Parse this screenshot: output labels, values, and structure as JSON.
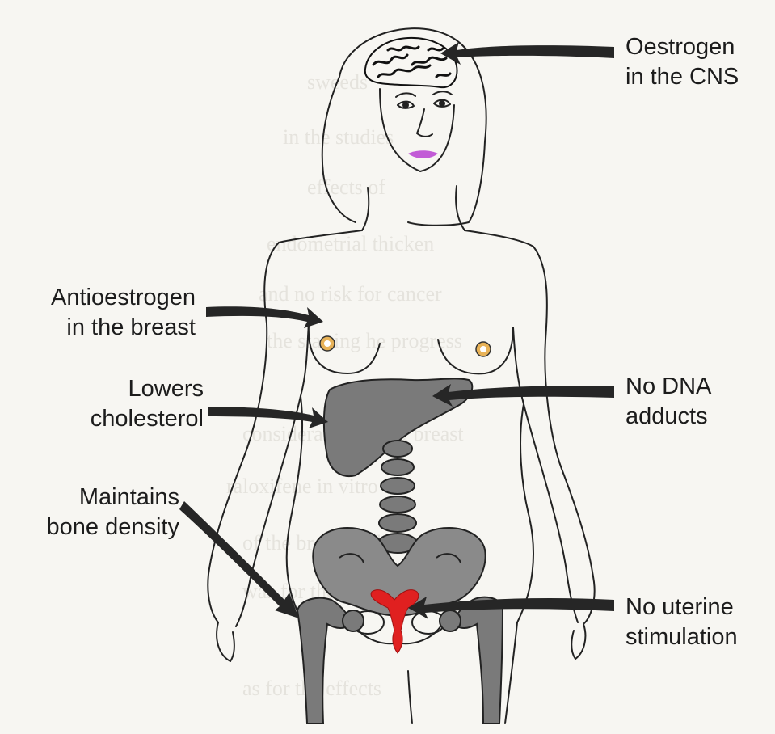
{
  "labels": {
    "cns": {
      "line1": "Oestrogen",
      "line2": "in the CNS"
    },
    "breast": {
      "line1": "Antioestrogen",
      "line2": "in the breast"
    },
    "cholesterol": {
      "line1": "Lowers",
      "line2": "cholesterol"
    },
    "dna": {
      "line1": "No DNA",
      "line2": "adducts"
    },
    "bone": {
      "line1": "Maintains",
      "line2": "bone density"
    },
    "uterus": {
      "line1": "No uterine",
      "line2": "stimulation"
    }
  },
  "colors": {
    "outline": "#222222",
    "organ_gray": "#7a7a7a",
    "arrow": "#262626",
    "uterus_red": "#e02020",
    "lips": "#c25bd6",
    "background": "#f7f6f2"
  }
}
